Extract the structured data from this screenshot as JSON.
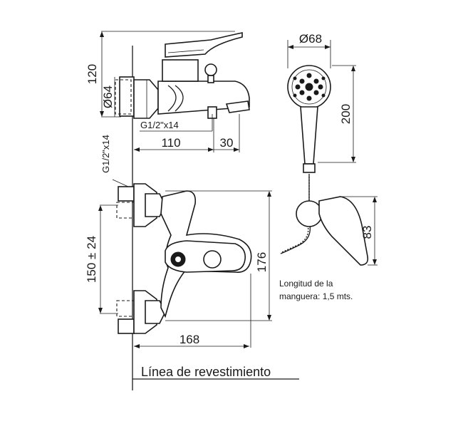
{
  "dimensions": {
    "height_top": "120",
    "diameter_64": "Ø64",
    "thread_side": "G1/2\"x14",
    "thread_top": "G1/2\"x14",
    "depth_110": "110",
    "depth_30": "30",
    "spacing": "150 ± 24",
    "width_168": "168",
    "height_176": "176",
    "shower_diameter": "Ø68",
    "shower_length": "200",
    "holder_height": "83"
  },
  "notes": {
    "hose_line1": "Longitud de la",
    "hose_line2": "manguera: 1,5 mts."
  },
  "wall_label": "Línea de revestimiento"
}
